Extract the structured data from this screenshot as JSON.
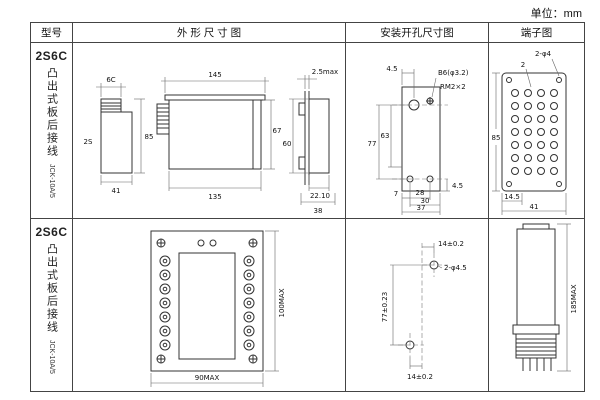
{
  "unit_note": "单位：mm",
  "headers": {
    "model": "型号",
    "outline": "外 形 尺 寸 图",
    "mounting": "安装开孔尺寸图",
    "terminal": "端子图"
  },
  "rows": [
    {
      "model": {
        "code": "2S6C",
        "desc": "凸出式板后接线",
        "note": "JCK-10A/5"
      },
      "outline": {
        "side": {
          "top": "6C",
          "left": "2S",
          "height": "85",
          "width": "41"
        },
        "front": {
          "top": "145",
          "bottom": "135",
          "right": "67"
        },
        "profile": {
          "top": "2.5max",
          "left": "60",
          "b1": "22.10",
          "b2": "38"
        }
      },
      "mounting": {
        "top_left": "4.5",
        "hole_label": "B6(φ3.2)",
        "screw_label": "RM2×2",
        "v_outer": "77",
        "v_inner": "63",
        "b_offset": "7",
        "b_inner": "28",
        "b_mid": "30",
        "b_outer": "37",
        "r_offset": "4.5"
      },
      "terminal": {
        "hole_label": "2-φ4",
        "num": "2",
        "height": "85",
        "b_inner": "14.5",
        "b_outer": "41"
      }
    },
    {
      "model": {
        "code": "2S6C",
        "desc": "凸出式板后接线",
        "note": "JCK-10A/5"
      },
      "outline": {
        "width": "90MAX",
        "height": "100MAX"
      },
      "mounting": {
        "top": "14±0.2",
        "hole_label": "2-φ4.5",
        "v": "77±0.23",
        "bottom": "14±0.2"
      },
      "terminal": {
        "height": "185MAX"
      }
    }
  ]
}
